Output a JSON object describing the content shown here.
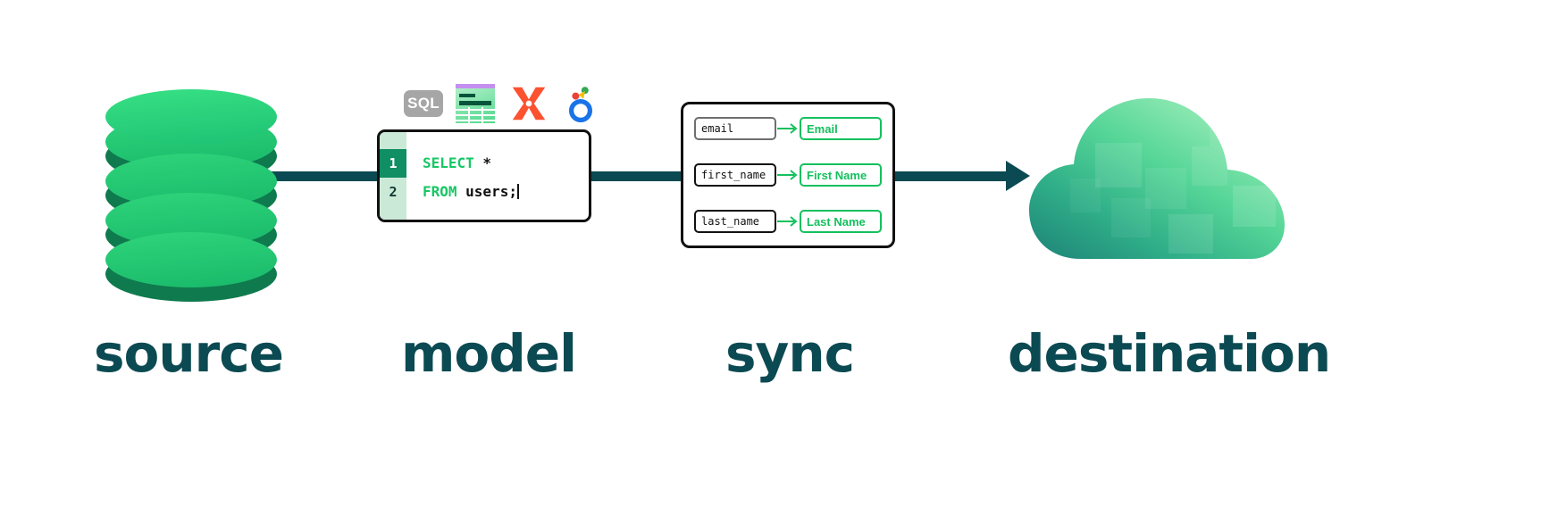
{
  "diagram": {
    "title": "source model sync destination data pipeline",
    "accent_green": "#14c05e",
    "dark_teal": "#0b4a52",
    "stages": [
      {
        "key": "source",
        "label": "source"
      },
      {
        "key": "model",
        "label": "model"
      },
      {
        "key": "sync",
        "label": "sync"
      },
      {
        "key": "destination",
        "label": "destination"
      }
    ]
  },
  "source": {
    "icon": "database-cylinder-icon",
    "disc_count": 4
  },
  "model": {
    "tools": [
      {
        "name": "sql-badge-icon",
        "label": "SQL"
      },
      {
        "name": "spreadsheet-icon",
        "label": ""
      },
      {
        "name": "dbt-logo-icon",
        "label": ""
      },
      {
        "name": "looker-logo-icon",
        "label": ""
      }
    ],
    "editor": {
      "lines": [
        {
          "number": "1",
          "keyword": "SELECT",
          "rest": " *",
          "active": true
        },
        {
          "number": "2",
          "keyword": "FROM",
          "rest": " users;",
          "active": false
        }
      ]
    }
  },
  "sync": {
    "mappings": [
      {
        "source_field": "email",
        "destination_field": "Email"
      },
      {
        "source_field": "first_name",
        "destination_field": "First Name"
      },
      {
        "source_field": "last_name",
        "destination_field": "Last Name"
      }
    ]
  },
  "destination": {
    "icon": "cloud-icon"
  }
}
